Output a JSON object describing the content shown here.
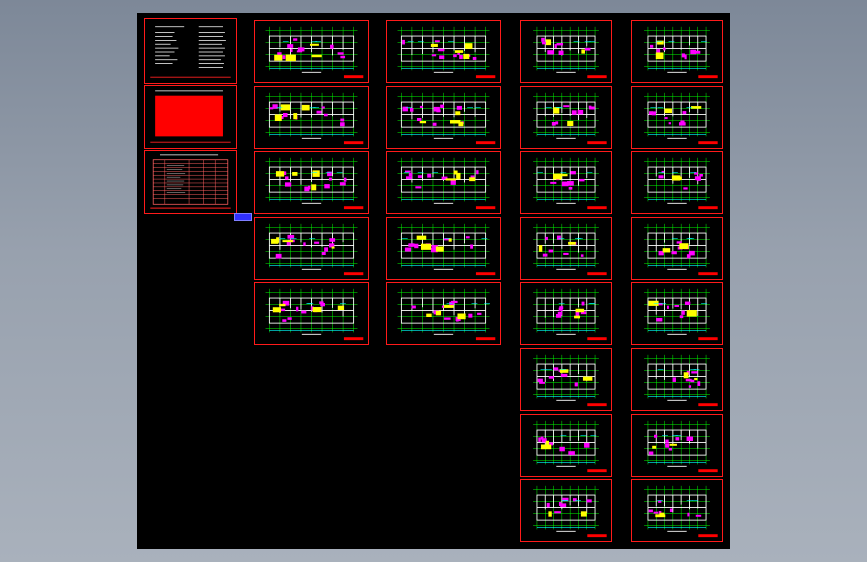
{
  "viewport": {
    "background": "#000000",
    "sheet_border": "#ff1a1a"
  },
  "colors": {
    "wall": "#ffffff",
    "axis": "#00ff00",
    "dim": "#00ffff",
    "furniture": "#ff00ff",
    "fill": "#ffff00",
    "title": "#ff0000"
  },
  "sheets": {
    "cover": "design-notes",
    "red_block": "solid-red-legend",
    "table": "drawing-index"
  },
  "drawing_columns": [
    {
      "name": "column-1",
      "count": 5
    },
    {
      "name": "column-2",
      "count": 5
    },
    {
      "name": "column-3",
      "count": 8
    },
    {
      "name": "column-4",
      "count": 8
    }
  ]
}
